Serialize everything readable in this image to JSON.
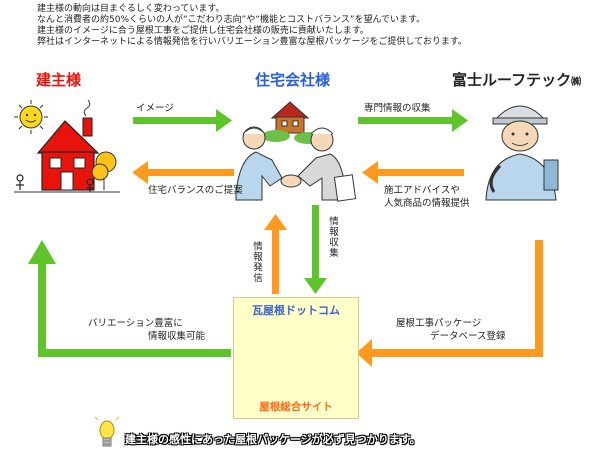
{
  "intro": {
    "line1": "建主様の動向は目まぐるしく変わっています。",
    "line2": "なんと消費者の約50%くらいの人が“こだわり志向”や“機能とコストバランス”を望んでいます。",
    "line3": "建主様のイメージに合う屋根工事をご提供し住宅会社様の販売に貢献いたします。",
    "line4": "弊社はインターネットによる情報発信を行いバリエーション豊富な屋根パッケージをご提供しております。"
  },
  "parties": {
    "owner": "建主様",
    "builder": "住宅会社様",
    "fuji": "富士ルーフテック",
    "fuji_suffix": "㈱"
  },
  "flows": {
    "image": "イメージ",
    "expert_collect": "専門情報の収集",
    "balance_proposal": "住宅バランスのご提案",
    "construction_advice_1": "施工アドバイスや",
    "construction_advice_2": "人気商品の情報提供",
    "info_send": "情報発信",
    "info_collect": "情報収集",
    "package_1": "屋根工事パッケージ",
    "package_2": "データベース登録",
    "variation_1": "バリエーション豊富に",
    "variation_2": "情報収集可能"
  },
  "portal": {
    "title": "瓦屋根ドットコム",
    "subtitle": "屋根総合サイト"
  },
  "footer": "建主様の感性にあった屋根パッケージが必ず見つかります。",
  "colors": {
    "green_arrow": "#5ec42a",
    "orange_arrow": "#ff9a1e",
    "owner_red": "#e8140c",
    "builder_blue": "#2a5fd8",
    "fuji_dark": "#222222",
    "portal_bg": "#ffffc8"
  }
}
